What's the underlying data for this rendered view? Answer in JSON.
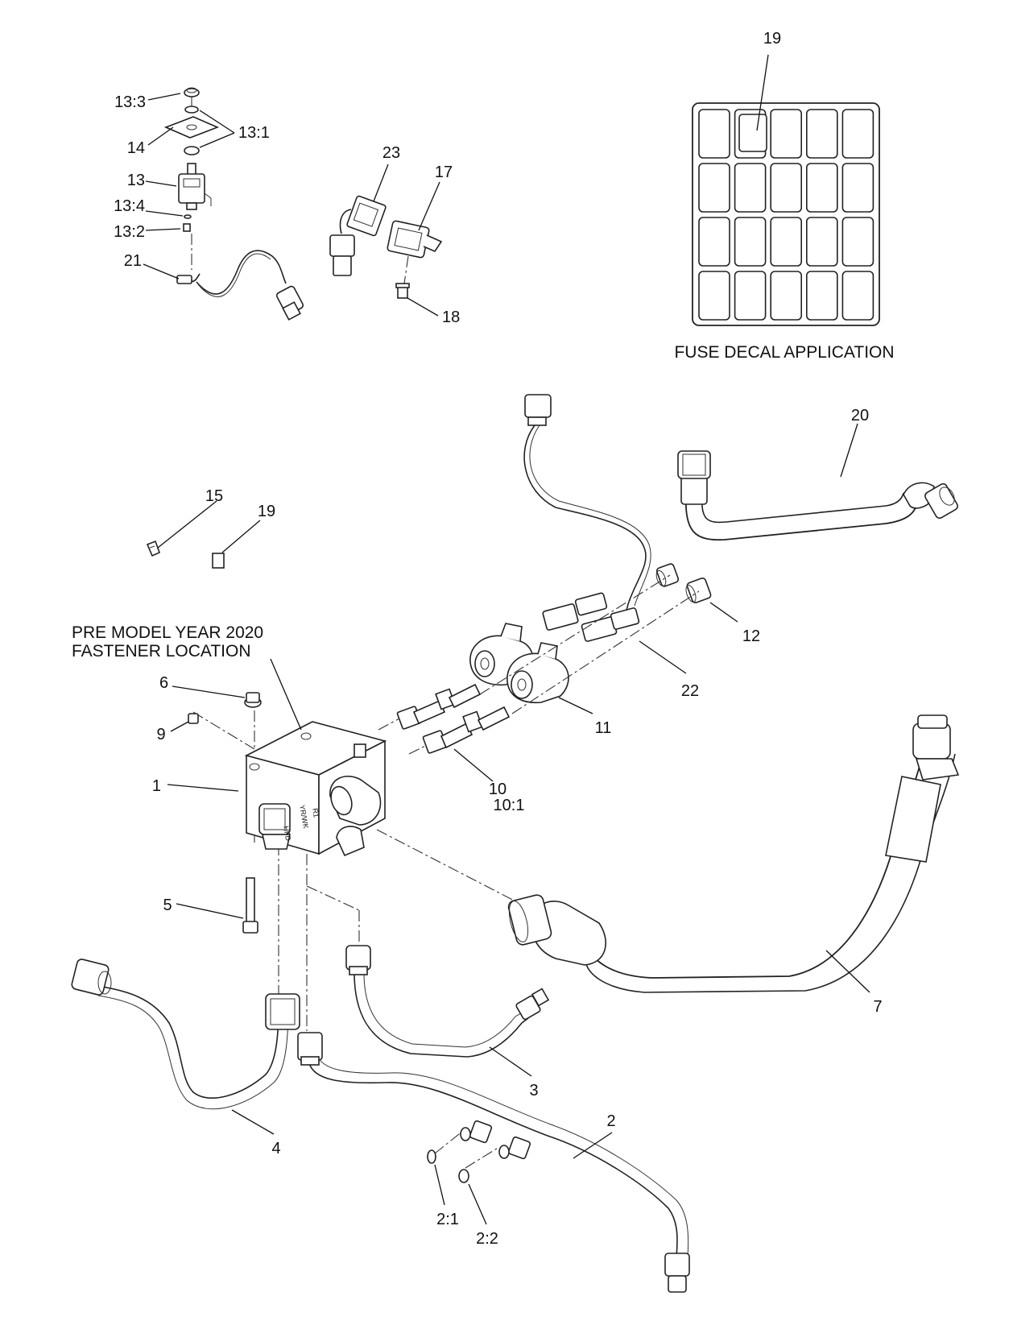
{
  "title_decal": "FUSE DECAL APPLICATION",
  "pre_model_line1": "PRE MODEL YEAR 2020",
  "pre_model_line2": "FASTENER LOCATION",
  "callouts": {
    "c13_3": "13:3",
    "c13_1": "13:1",
    "c14": "14",
    "c13": "13",
    "c13_4": "13:4",
    "c13_2": "13:2",
    "c21": "21",
    "c23": "23",
    "c17": "17",
    "c18": "18",
    "c19a": "19",
    "c20": "20",
    "c15": "15",
    "c19b": "19",
    "c12": "12",
    "c22": "22",
    "c6": "6",
    "c9": "9",
    "c11": "11",
    "c1": "1",
    "c10": "10",
    "c10_1": "10:1",
    "c5": "5",
    "c7": "7",
    "c3": "3",
    "c4": "4",
    "c2": "2",
    "c2_1": "2:1",
    "c2_2": "2:2"
  },
  "block_markings": {
    "m1": "YR/WK",
    "m2": "HFD",
    "m3": "R1"
  }
}
